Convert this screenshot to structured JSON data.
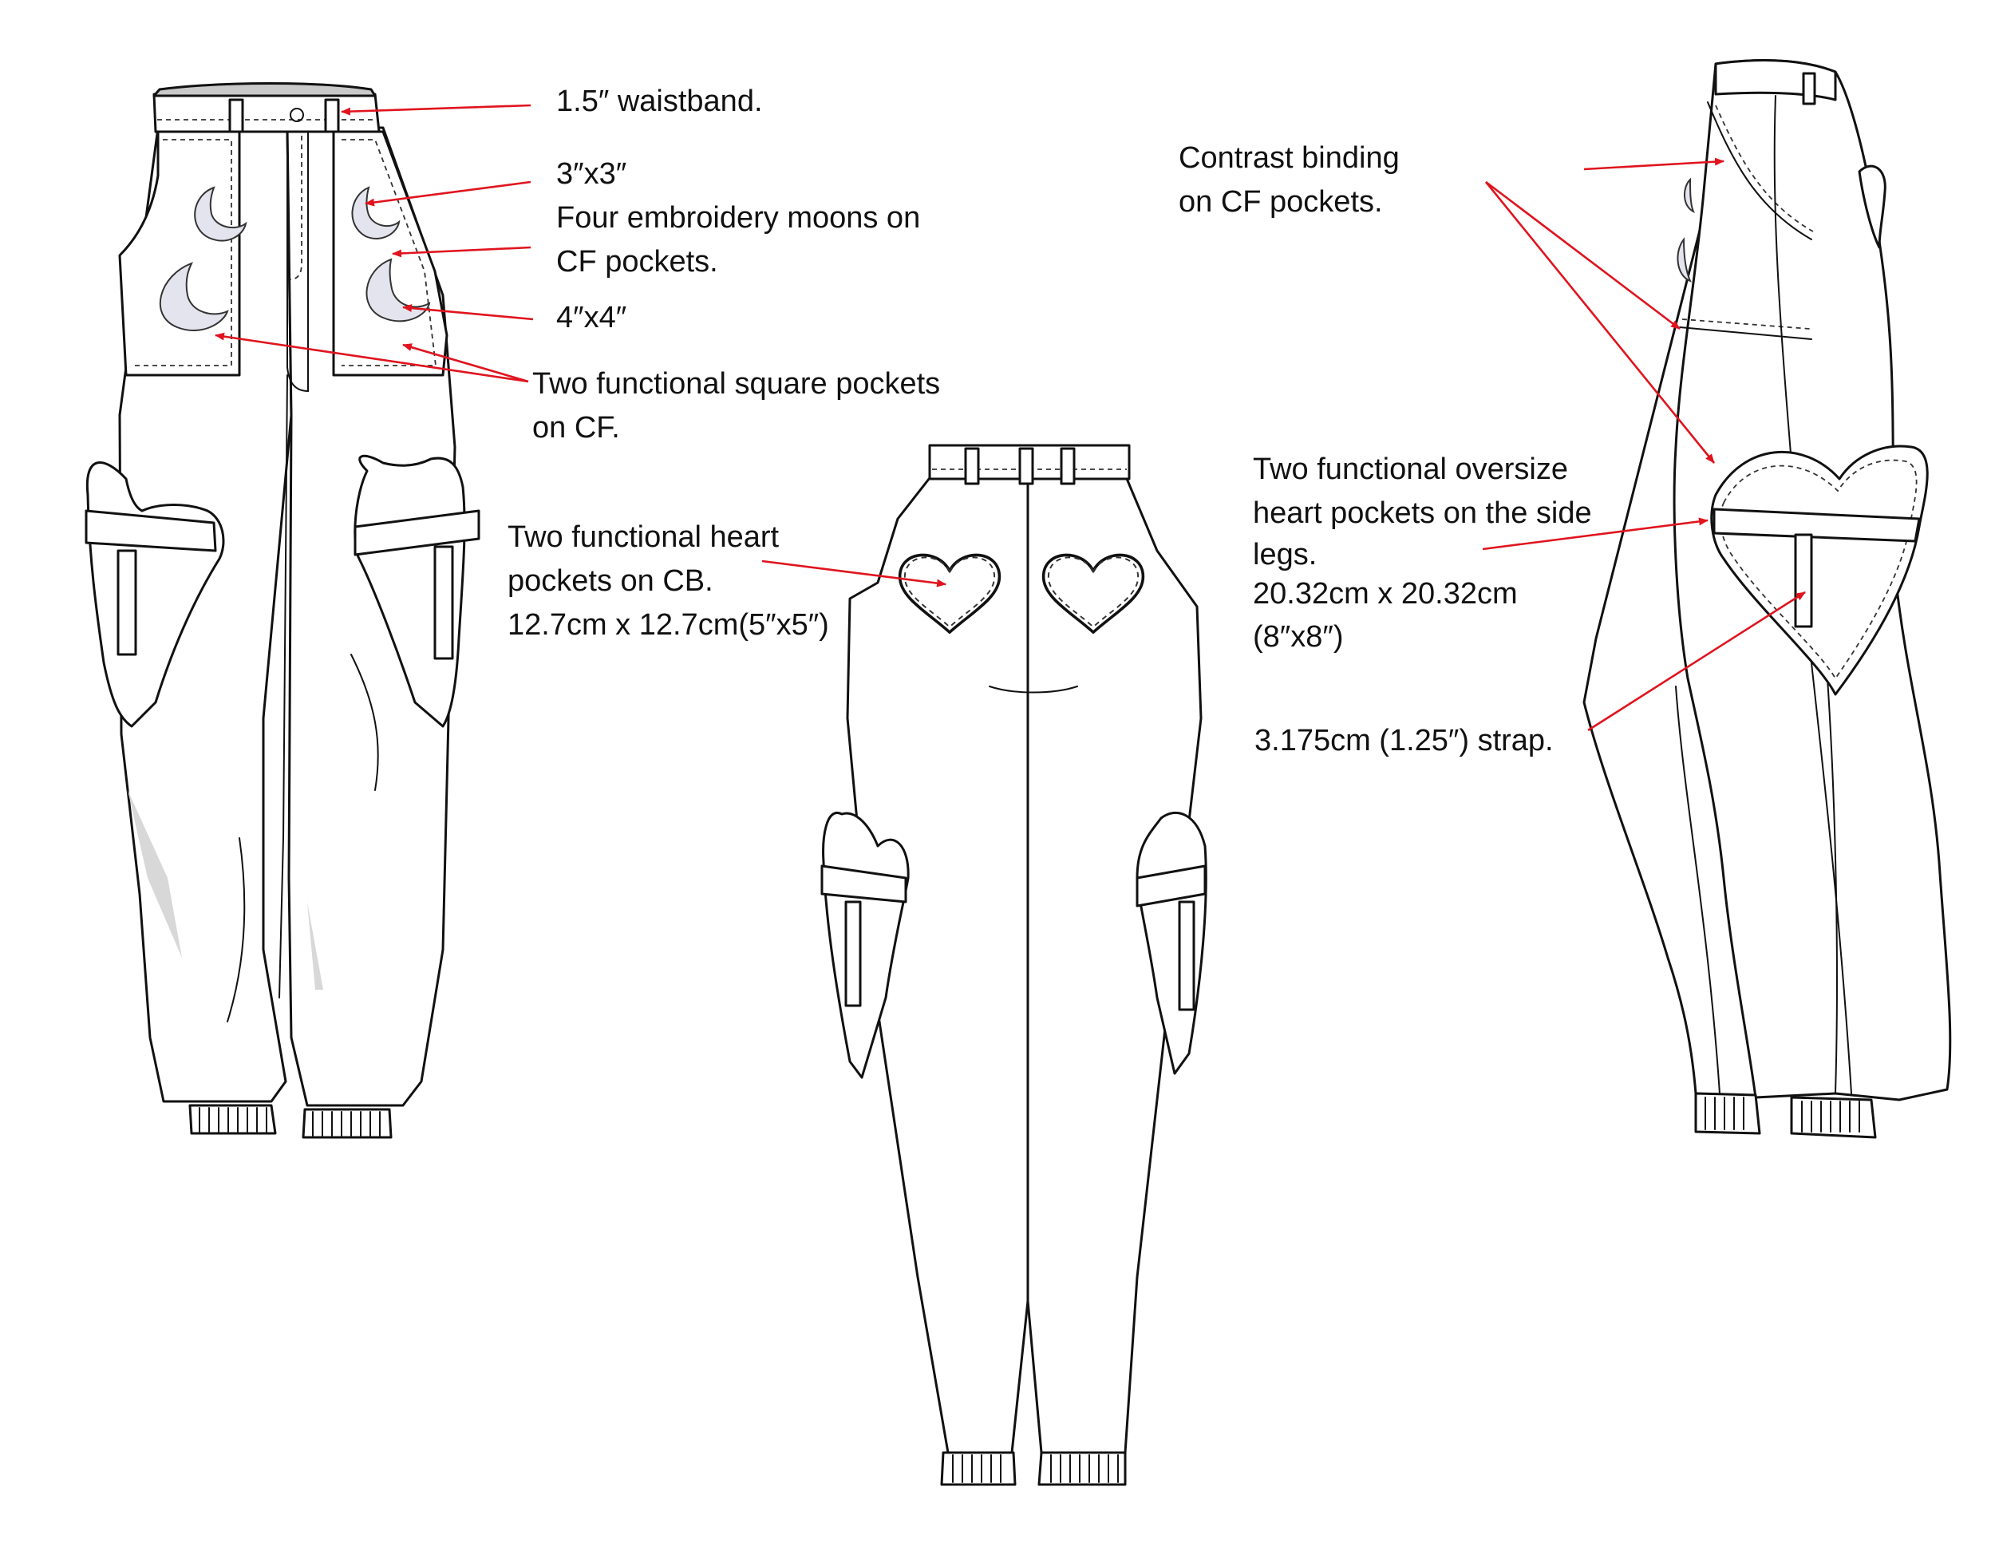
{
  "annotations": {
    "waistband": "1.5″ waistband.",
    "moon_small_size": "3″x3″",
    "moons_line1": "Four embroidery moons on",
    "moons_line2": "CF pockets.",
    "moon_large_size": "4″x4″",
    "square_pockets_line1": "Two functional square pockets",
    "square_pockets_line2": "on CF.",
    "back_heart_line1": "Two functional heart",
    "back_heart_line2": "pockets on CB.",
    "back_heart_line3": "12.7cm x 12.7cm(5″x5″)",
    "binding_line1": "Contrast binding",
    "binding_line2": "on CF pockets.",
    "side_heart_line1": "Two functional oversize",
    "side_heart_line2": "heart pockets on the side",
    "side_heart_line3": "legs.",
    "side_heart_line4": "20.32cm x 20.32cm",
    "side_heart_line5": "(8″x8″)",
    "strap": "3.175cm (1.25″) strap."
  },
  "colors": {
    "callout_arrow": "#e0141e",
    "outline": "#111111",
    "moon_fill": "#e4e4ef"
  }
}
